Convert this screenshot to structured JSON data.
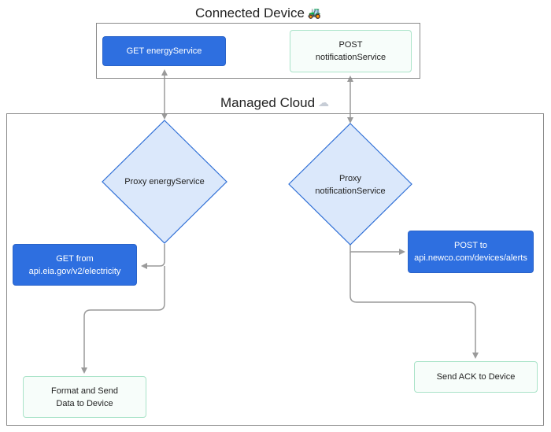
{
  "connected_device": {
    "title": "Connected Device",
    "icon": "tractor-icon",
    "get_box": "GET energyService",
    "post_box": "POST\nnotificationService"
  },
  "managed_cloud": {
    "title": "Managed Cloud",
    "icon": "cloud-lightning-icon",
    "proxy_energy": "Proxy energyService",
    "proxy_notification": "Proxy\nnotificationService",
    "get_from": "GET from\napi.eia.gov/v2/electricity",
    "post_to": "POST to\napi.newco.com/devices/alerts",
    "format_send": "Format and Send\nData to Device",
    "send_ack": "Send ACK to Device"
  },
  "colors": {
    "blue_box": "#2e6fe0",
    "mint_border": "#a9e3c8",
    "diamond_fill": "#dbe8fb",
    "diamond_stroke": "#2f6fd6",
    "connector": "#9a9a9a"
  }
}
